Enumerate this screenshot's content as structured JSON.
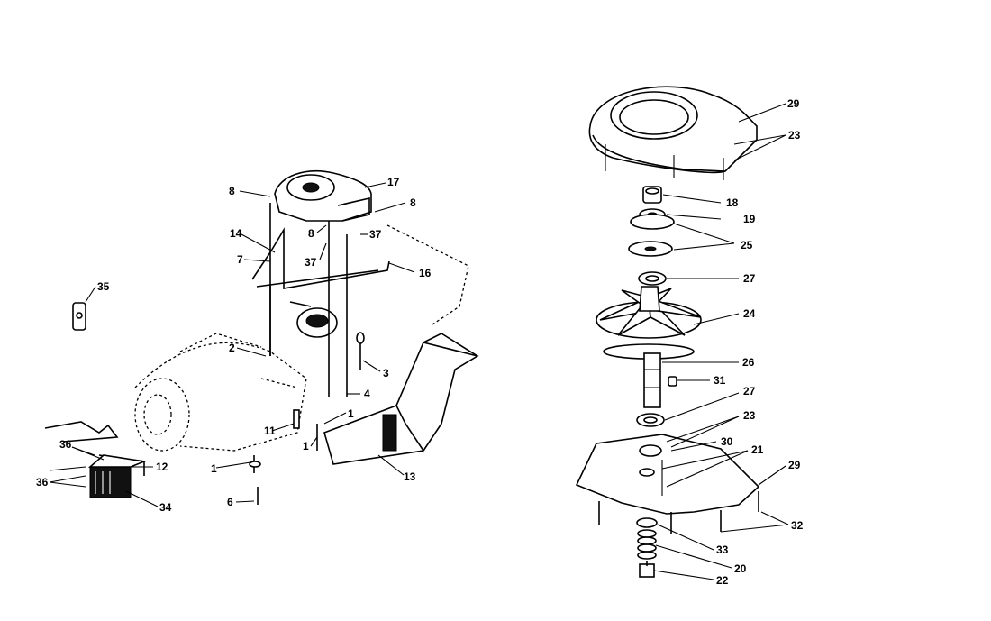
{
  "labels": {
    "l29a": "29",
    "l23a": "23",
    "l18": "18",
    "l19": "19",
    "l25": "25",
    "l27a": "27",
    "l24": "24",
    "l26": "26",
    "l31": "31",
    "l27b": "27",
    "l23b": "23",
    "l30": "30",
    "l21": "21",
    "l29b": "29",
    "l32": "32",
    "l33": "33",
    "l20": "20",
    "l22": "22",
    "l17": "17",
    "l8a": "8",
    "l8b": "8",
    "l8c": "8",
    "l14": "14",
    "l7": "7",
    "l37a": "37",
    "l37b": "37",
    "l16": "16",
    "l35": "35",
    "l2": "2",
    "l3": "3",
    "l4": "4",
    "l1a": "1",
    "l1b": "1",
    "l1c": "1",
    "l11": "11",
    "l12": "12",
    "l13": "13",
    "l36a": "36",
    "l36b": "36",
    "l34": "34",
    "l6": "6"
  }
}
